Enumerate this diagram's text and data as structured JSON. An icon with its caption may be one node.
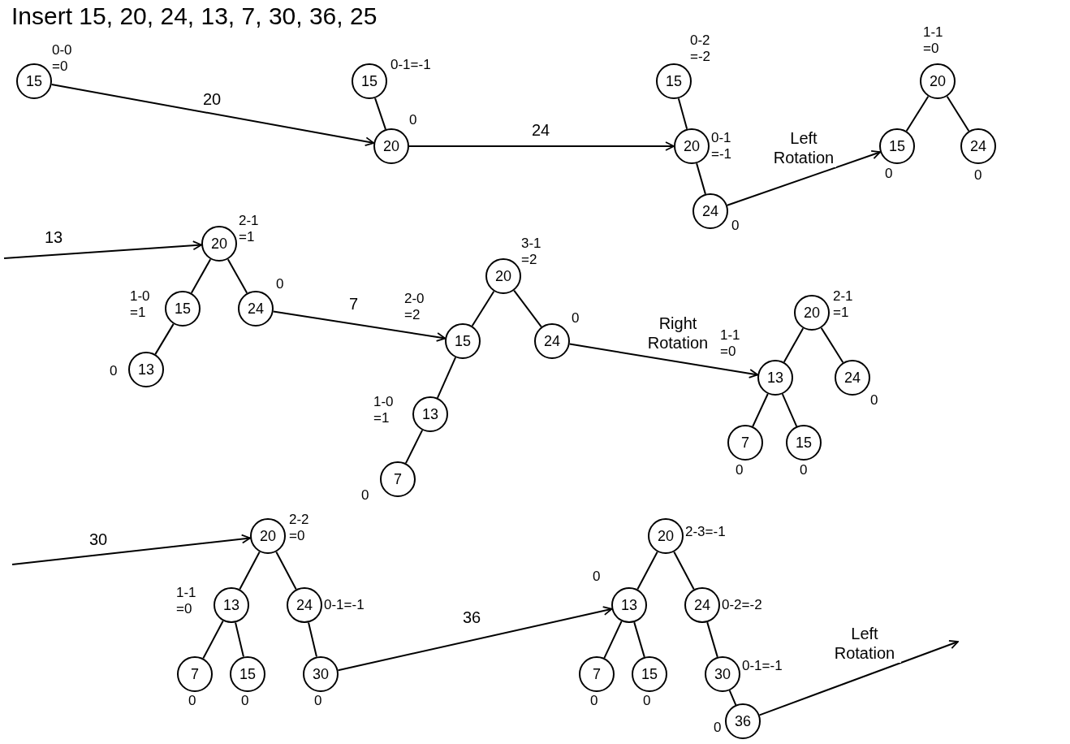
{
  "diagram": {
    "title": "Insert 15, 20, 24, 13, 7, 30, 36, 25",
    "nodes": [
      {
        "text": [
          "15"
        ],
        "beside": [
          "0-0 =0"
        ]
      },
      {
        "text": [
          "15"
        ],
        "beside": [
          "0-1=-1"
        ]
      },
      {
        "text": [
          "20"
        ],
        "beside": [
          "0"
        ]
      },
      {
        "text": [
          "15"
        ],
        "beside": [
          "0-2 =-2"
        ]
      },
      {
        "text": [
          "20"
        ],
        "beside": [
          "0-1 =-1"
        ]
      },
      {
        "text": [
          "24"
        ],
        "beside": [
          "0"
        ]
      },
      {
        "text": [
          "20"
        ],
        "beside": [
          "1-1 =0"
        ]
      },
      {
        "text": [
          "15"
        ],
        "beside": [
          "0"
        ]
      },
      {
        "text": [
          "24"
        ],
        "beside": [
          "0"
        ]
      },
      {
        "text": [
          "20"
        ],
        "beside": [
          "2-1 =1"
        ]
      },
      {
        "text": [
          "15"
        ],
        "beside": [
          "1-0 =1"
        ]
      },
      {
        "text": [
          "24"
        ],
        "beside": [
          "0"
        ]
      },
      {
        "text": [
          "13"
        ],
        "beside": [
          "0"
        ]
      },
      {
        "text": [
          "20"
        ],
        "beside": [
          "3-1 =2"
        ]
      },
      {
        "text": [
          "15"
        ],
        "beside": [
          "2-0 =2"
        ]
      },
      {
        "text": [
          "24"
        ],
        "beside": [
          "0"
        ]
      },
      {
        "text": [
          "13"
        ],
        "beside": [
          "1-0 =1"
        ]
      },
      {
        "text": [
          "7"
        ],
        "beside": [
          "0"
        ]
      },
      {
        "text": [
          "20"
        ],
        "beside": [
          "2-1 =1"
        ]
      },
      {
        "text": [
          "13"
        ],
        "beside": [
          "1-1 =0"
        ]
      },
      {
        "text": [
          "24"
        ],
        "beside": [
          "0"
        ]
      },
      {
        "text": [
          "7"
        ],
        "beside": [
          "0"
        ]
      },
      {
        "text": [
          "15"
        ],
        "beside": [
          "0"
        ]
      },
      {
        "text": [
          "20"
        ],
        "beside": [
          "2-2 =0"
        ]
      },
      {
        "text": [
          "13"
        ],
        "beside": [
          "1-1 =0"
        ]
      },
      {
        "text": [
          "24"
        ],
        "beside": [
          "0-1=-1"
        ]
      },
      {
        "text": [
          "7"
        ],
        "beside": [
          "0"
        ]
      },
      {
        "text": [
          "15"
        ],
        "beside": [
          "0"
        ]
      },
      {
        "text": [
          "30"
        ],
        "beside": [
          "0"
        ]
      },
      {
        "text": [
          "20"
        ],
        "beside": [
          "2-3=-1"
        ]
      },
      {
        "text": [
          "13"
        ],
        "beside": [
          "0"
        ]
      },
      {
        "text": [
          "24"
        ],
        "beside": [
          "0-2=-2"
        ]
      },
      {
        "text": [
          "7"
        ],
        "beside": [
          "0"
        ]
      },
      {
        "text": [
          "15"
        ],
        "beside": [
          "0"
        ]
      },
      {
        "text": [
          "30"
        ],
        "beside": [
          "0-1=-1"
        ]
      },
      {
        "text": [
          "36"
        ],
        "beside": [
          "0"
        ]
      }
    ],
    "edges": [
      {
        "from": 1,
        "to": 2,
        "arrow": "none"
      },
      {
        "from": 3,
        "to": 4,
        "arrow": "none"
      },
      {
        "from": 4,
        "to": 5,
        "arrow": "none"
      },
      {
        "from": 6,
        "to": 7,
        "arrow": "none"
      },
      {
        "from": 6,
        "to": 8,
        "arrow": "none"
      },
      {
        "from": 9,
        "to": 10,
        "arrow": "none"
      },
      {
        "from": 9,
        "to": 11,
        "arrow": "none"
      },
      {
        "from": 10,
        "to": 12,
        "arrow": "none"
      },
      {
        "from": 13,
        "to": 14,
        "arrow": "none"
      },
      {
        "from": 13,
        "to": 15,
        "arrow": "none"
      },
      {
        "from": 14,
        "to": 16,
        "arrow": "none"
      },
      {
        "from": 16,
        "to": 17,
        "arrow": "none"
      },
      {
        "from": 18,
        "to": 19,
        "arrow": "none"
      },
      {
        "from": 18,
        "to": 20,
        "arrow": "none"
      },
      {
        "from": 19,
        "to": 21,
        "arrow": "none"
      },
      {
        "from": 19,
        "to": 22,
        "arrow": "none"
      },
      {
        "from": 23,
        "to": 24,
        "arrow": "none"
      },
      {
        "from": 23,
        "to": 25,
        "arrow": "none"
      },
      {
        "from": 24,
        "to": 26,
        "arrow": "none"
      },
      {
        "from": 24,
        "to": 27,
        "arrow": "none"
      },
      {
        "from": 25,
        "to": 28,
        "arrow": "none"
      },
      {
        "from": 29,
        "to": 30,
        "arrow": "none"
      },
      {
        "from": 29,
        "to": 31,
        "arrow": "none"
      },
      {
        "from": 30,
        "to": 32,
        "arrow": "none"
      },
      {
        "from": 30,
        "to": 33,
        "arrow": "none"
      },
      {
        "from": 31,
        "to": 34,
        "arrow": "none"
      },
      {
        "from": 34,
        "to": 35,
        "arrow": "none"
      },
      {
        "from": 0,
        "to": 2,
        "arrow": "to",
        "label": "20"
      },
      {
        "from": 2,
        "to": 4,
        "arrow": "to",
        "label": "24"
      },
      {
        "from": 5,
        "to": 7,
        "arrow": "to",
        "label": "Left Rotation"
      },
      {
        "from": null,
        "to": 9,
        "arrow": "to",
        "label": "13"
      },
      {
        "from": 11,
        "to": 14,
        "arrow": "to",
        "label": "7"
      },
      {
        "from": 15,
        "to": 19,
        "arrow": "to",
        "label": "Right Rotation"
      },
      {
        "from": null,
        "to": 23,
        "arrow": "to",
        "label": "30"
      },
      {
        "from": 28,
        "to": 30,
        "arrow": "to",
        "label": "36"
      },
      {
        "from": 35,
        "to": null,
        "arrow": "to",
        "label": "Left Rotation"
      }
    ]
  }
}
